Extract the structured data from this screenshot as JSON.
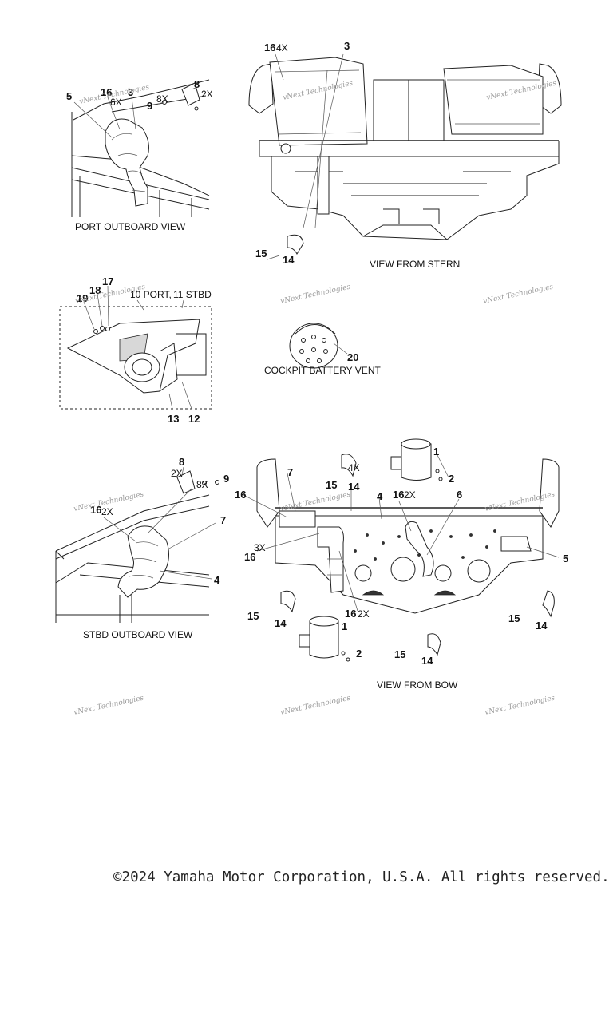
{
  "views": {
    "port_outboard": "PORT OUTBOARD VIEW",
    "stern": "VIEW FROM STERN",
    "battery_vent": "COCKPIT BATTERY VENT",
    "stbd_outboard": "STBD OUTBOARD VIEW",
    "bow": "VIEW FROM BOW"
  },
  "port_outboard_labels": {
    "p5": "5",
    "p16": "16",
    "p6x": "6X",
    "p3": "3",
    "p8x": "8X",
    "p9": "9",
    "p8": "8",
    "p2x": "2X"
  },
  "stern_labels": {
    "p16": "16",
    "p4x": "4X",
    "p3": "3",
    "p15": "15",
    "p14": "14"
  },
  "grille_labels": {
    "p17": "17",
    "p18": "18",
    "p19": "19",
    "p10port": "10 PORT,",
    "p11stbd": "11 STBD",
    "p13": "13",
    "p12": "12"
  },
  "battery_labels": {
    "p20": "20"
  },
  "stbd_outboard_labels": {
    "p8": "8",
    "p2x": "2X",
    "p8x": "8X",
    "p9": "9",
    "p16": "16",
    "p2xb": "2X",
    "p7": "7",
    "p4": "4"
  },
  "bow_labels": {
    "p7": "7",
    "p16a": "16",
    "p4x": "4X",
    "p15a": "15",
    "p14a": "14",
    "p4": "4",
    "p16b": "16",
    "p2xa": "2X",
    "p1a": "1",
    "p2a": "2",
    "p6": "6",
    "p3x": "3X",
    "p16c": "16",
    "p5": "5",
    "p162x": "16",
    "p2xc": "2X",
    "p1b": "1",
    "p2b": "2",
    "p15b": "15",
    "p14b": "14",
    "p15c": "15",
    "p14c": "14",
    "p15d": "15",
    "p14d": "14"
  },
  "watermark": "vNext Technologies",
  "copyright": "©2024 Yamaha Motor Corporation, U.S.A. All rights reserved."
}
